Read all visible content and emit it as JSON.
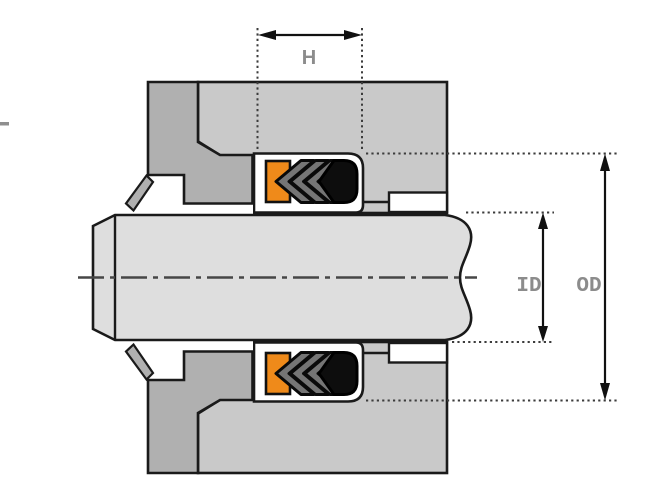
{
  "diagram": {
    "type": "seal-gland-cross-section",
    "labels": {
      "seal_width": "H",
      "inner_diameter": "ID",
      "outer_diameter": "OD"
    },
    "colors": {
      "housing_light": "#c9c9c9",
      "gland_dark": "#b0b0b0",
      "shaft": "#dedede",
      "pocket_white": "#ffffff",
      "seal_chevron_gray": "#757575",
      "seal_adapter_orange": "#ef8a1a",
      "seal_header_black": "#0d0d0d",
      "outline": "#1a1a1a",
      "dimension_line": "#3c3c3c",
      "dimension_text": "#8c8c8c"
    }
  }
}
